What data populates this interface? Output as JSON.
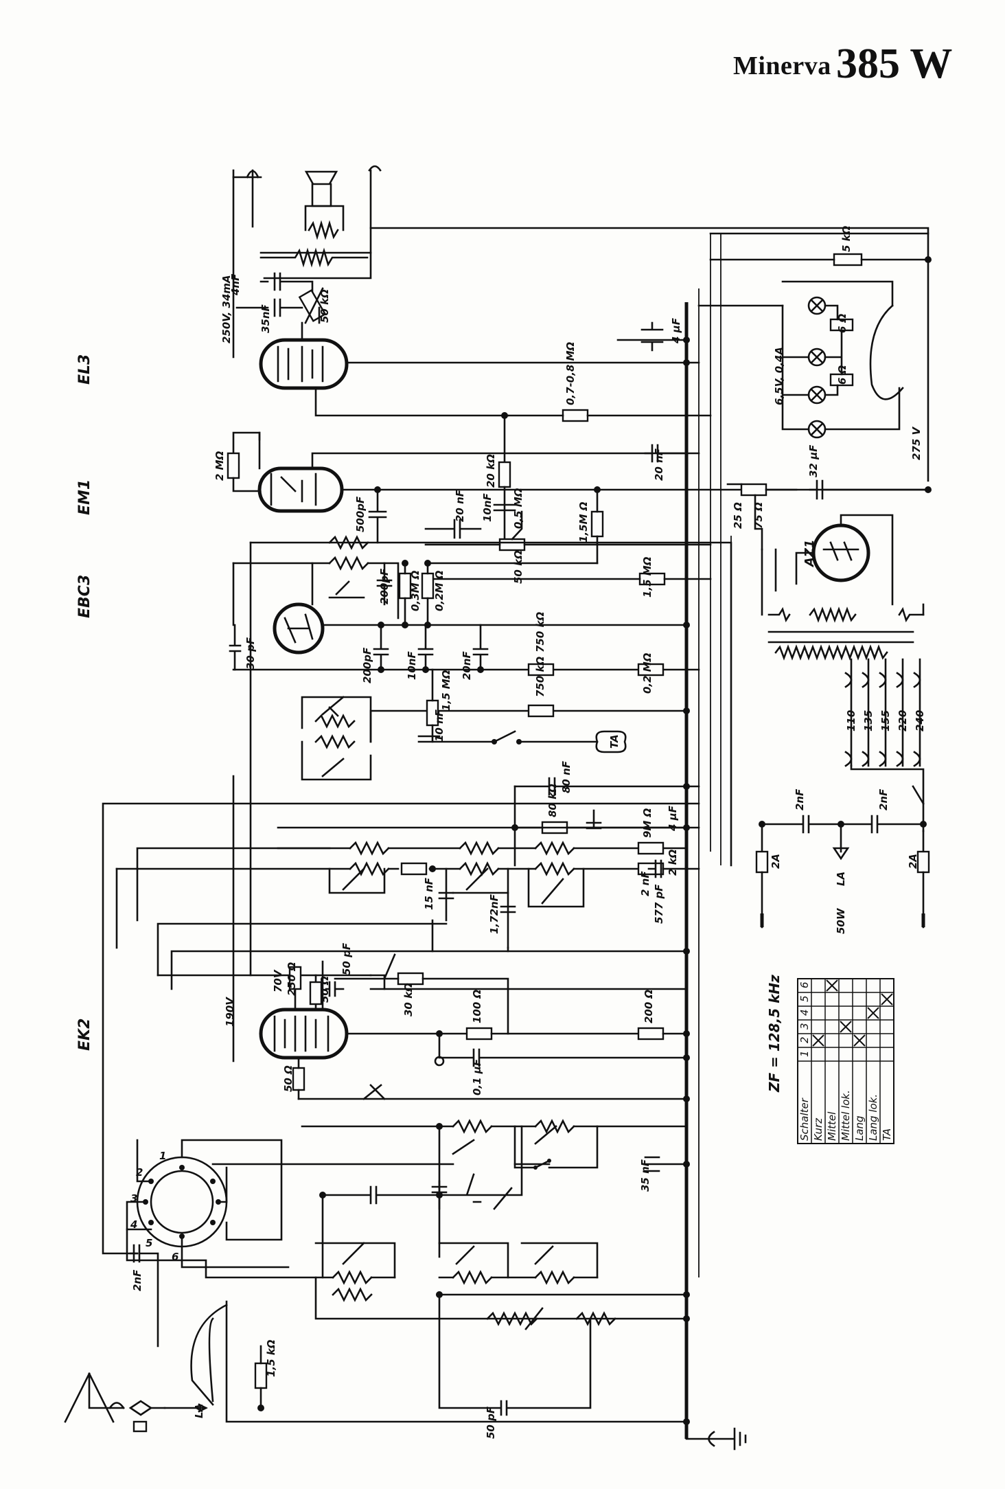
{
  "title": {
    "brand": "Minerva",
    "model": "385 W"
  },
  "tubes": [
    "EL3",
    "EM1",
    "EBC3",
    "EK2",
    "AZ1"
  ],
  "labels": {
    "el3_supply": "250V, 34mA",
    "c_4nf": "4nF",
    "c_35nf_top": "35nF",
    "r_50k_top": "50 kΩ",
    "r_5k": "5 kΩ",
    "r_6ohm_a": "6 Ω",
    "r_6ohm_b": "6 Ω",
    "c_4uf_top": "4 μF",
    "lamps": "6,5V, 0,4A",
    "r_07_08": "0,7-0,8 MΩ",
    "r_2m": "2 MΩ",
    "r_20k": "20 kΩ",
    "c_20nf_a": "20 nF",
    "c_32uf": "32 μF",
    "v_275": "275 V",
    "c_500pf": "500pF",
    "c_20nf_b": "20 nF",
    "c_10nf_a": "10nF",
    "r_05m": "0,5 MΩ",
    "r_15m_a": "1,5M Ω",
    "r_25": "25 Ω",
    "r_75": "75 Ω",
    "r_50k_b": "50 kΩ",
    "r_15m_b": "1,5 MΩ",
    "c_200pf_a": "200pF",
    "r_03m": "0,3M Ω",
    "r_02m_a": "0,2M Ω",
    "c_30pf": "30 pF",
    "c_200pf_b": "200pF",
    "c_10nf_b": "10nF",
    "c_20nf_c": "20nF",
    "r_750k_a": "750 kΩ",
    "r_02m_b": "0,2 MΩ",
    "r_15m_c": "1,5 MΩ",
    "r_750k_b": "750 kΩ",
    "c_10nf_c": "10 nF",
    "ta": "TA",
    "c_80nf": "80 nF",
    "r_9m": "9M Ω",
    "r_80k": "80 kΩ",
    "c_4uf_b": "4 μF",
    "c_2nf_a": "2nF",
    "c_2nf_b": "2nF",
    "c_2nf_c": "2 nF",
    "r_2k": "2 kΩ",
    "c_15nf": "15 nF",
    "c_172nf": "1,72nF",
    "c_577pf": "577 pF",
    "fuse_a": "2A",
    "fuse_b": "2A",
    "la_a": "LA",
    "la_b": "LA",
    "power_50w": "50W",
    "v_70": "70V",
    "r_250": "250 Ω",
    "r_50a": "50 Ω",
    "c_50pf_a": "50 pF",
    "v_190": "190V",
    "r_30k": "30 kΩ",
    "r_100": "100 Ω",
    "r_200": "200 Ω",
    "c_01uf": "0,1 μF",
    "r_50b": "50 Ω",
    "c_35nf_b": "35 nF",
    "c_2nf_ant": "2nF",
    "r_15k": "1,5 kΩ",
    "c_50pf_b": "50 pF",
    "zf": "ZF = 128,5 kHz",
    "taps": [
      "110",
      "135",
      "155",
      "220",
      "240"
    ],
    "switch_numbers": [
      "1",
      "2",
      "3",
      "4",
      "5",
      "6"
    ]
  },
  "switch_table": {
    "header": "Schalter",
    "columns": [
      "1",
      "2",
      "3",
      "4",
      "5",
      "6"
    ],
    "rows": [
      {
        "label": "Kurz",
        "marks": [
          2
        ]
      },
      {
        "label": "Mittel",
        "marks": [
          6
        ]
      },
      {
        "label": "Mittel lok.",
        "marks": [
          3
        ]
      },
      {
        "label": "Lang",
        "marks": [
          2
        ]
      },
      {
        "label": "Lang lok.",
        "marks": [
          4
        ]
      },
      {
        "label": "TA",
        "marks": [
          5
        ]
      }
    ]
  }
}
